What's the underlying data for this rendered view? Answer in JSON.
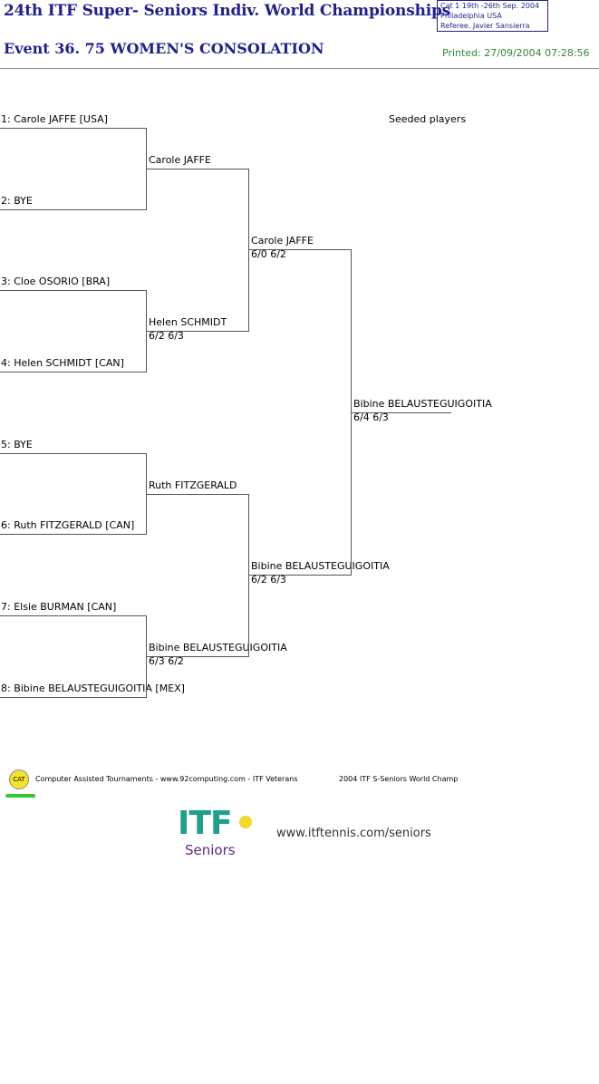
{
  "header": {
    "title": "24th ITF Super- Seniors Indiv. World Championships",
    "event": "Event 36. 75 WOMEN'S CONSOLATION",
    "info": {
      "line1": "Cat 1    19th -26th Sep. 2004",
      "line2": "Philadelphia    USA",
      "line3": "Referee.  Javier Sansierra"
    },
    "printed": "Printed: 27/09/2004 07:28:56"
  },
  "seeded_label": "Seeded players",
  "draw": {
    "round1": [
      "1: Carole JAFFE [USA]",
      "2: BYE",
      "3: Cloe OSORIO [BRA]",
      "4: Helen SCHMIDT [CAN]",
      "5: BYE",
      "6: Ruth FITZGERALD [CAN]",
      "7: Elsie BURMAN [CAN]",
      "8: Bibine BELAUSTEGUIGOITIA [MEX]"
    ],
    "round2": [
      {
        "name": "Carole JAFFE",
        "score": ""
      },
      {
        "name": "Helen SCHMIDT",
        "score": "6/2 6/3"
      },
      {
        "name": "Ruth FITZGERALD",
        "score": ""
      },
      {
        "name": "Bibine BELAUSTEGUIGOITIA",
        "score": "6/3 6/2"
      }
    ],
    "semis": [
      {
        "name": "Carole JAFFE",
        "score": "6/0 6/2"
      },
      {
        "name": "Bibine BELAUSTEGUIGOITIA",
        "score": "6/2 6/3"
      }
    ],
    "winner": {
      "name": "Bibine BELAUSTEGUIGOITIA",
      "score": "6/4 6/3"
    }
  },
  "footer": {
    "cat_badge": "CAT",
    "text1": "Computer Assisted Tournaments - www.92computing.com -  ITF Veterans",
    "text2": "2004 ITF S-Seniors World Champ",
    "logo_word": "ITF",
    "logo_sub": "Seniors",
    "website": "www.itftennis.com/seniors"
  }
}
